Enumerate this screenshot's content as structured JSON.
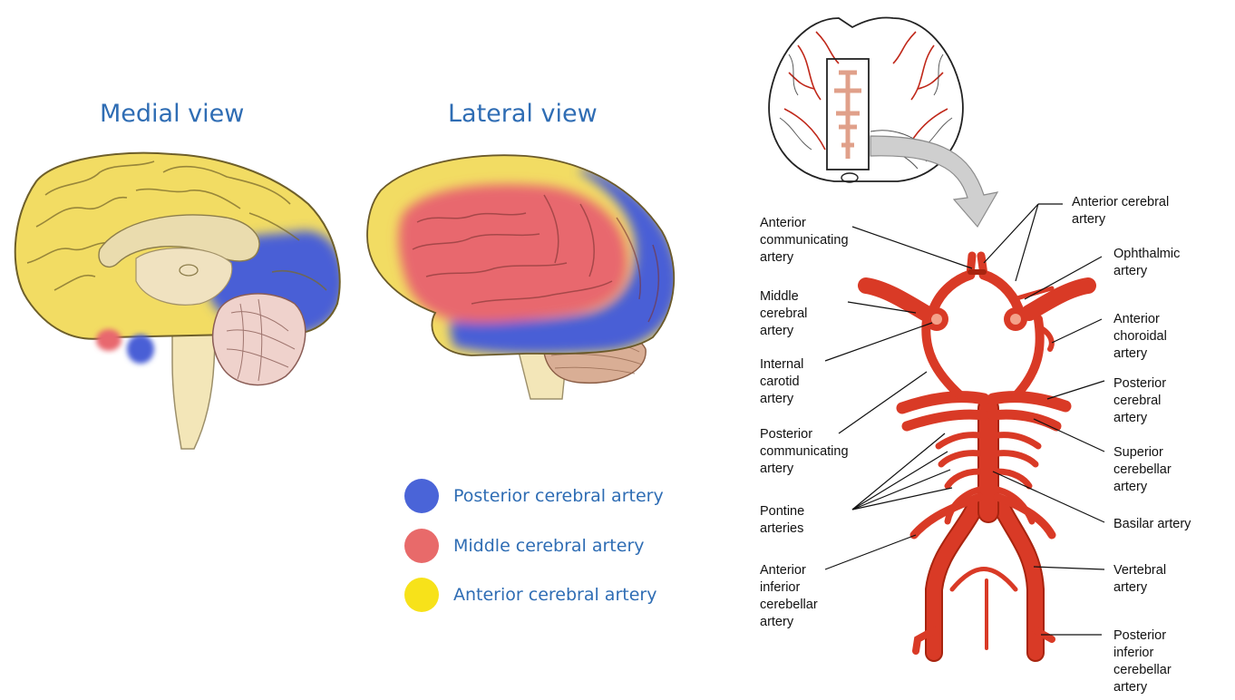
{
  "titles": {
    "medial": "Medial view",
    "lateral": "Lateral view"
  },
  "legend": [
    {
      "label": "Posterior cerebral artery",
      "color": "#4a64d8"
    },
    {
      "label": "Middle cerebral artery",
      "color": "#e86a6a"
    },
    {
      "label": "Anterior cerebral artery",
      "color": "#f7e21a"
    }
  ],
  "colors": {
    "anterior_region": "#f2dc63",
    "middle_region": "#e8686e",
    "posterior_region": "#4a5fd6",
    "artery": "#d93a26",
    "artery_dark": "#a8240f",
    "brainstem": "#f3e6b8",
    "cerebellum": "#efd2cc"
  },
  "labels_left": [
    {
      "text": "Anterior\ncommunicating\nartery"
    },
    {
      "text": "Middle\ncerebral\nartery"
    },
    {
      "text": "Internal\ncarotid\nartery"
    },
    {
      "text": "Posterior\ncommunicating\nartery"
    },
    {
      "text": "Pontine\narteries"
    },
    {
      "text": "Anterior\ninferior\ncerebellar\nartery"
    }
  ],
  "labels_right": [
    {
      "text": "Anterior cerebral\nartery"
    },
    {
      "text": "Ophthalmic\nartery"
    },
    {
      "text": "Anterior\nchoroidal\nartery"
    },
    {
      "text": "Posterior\ncerebral\nartery"
    },
    {
      "text": "Superior\ncerebellar\nartery"
    },
    {
      "text": "Basilar artery"
    },
    {
      "text": "Vertebral\nartery"
    },
    {
      "text": "Posterior\ninferior\ncerebellar\nartery"
    }
  ]
}
